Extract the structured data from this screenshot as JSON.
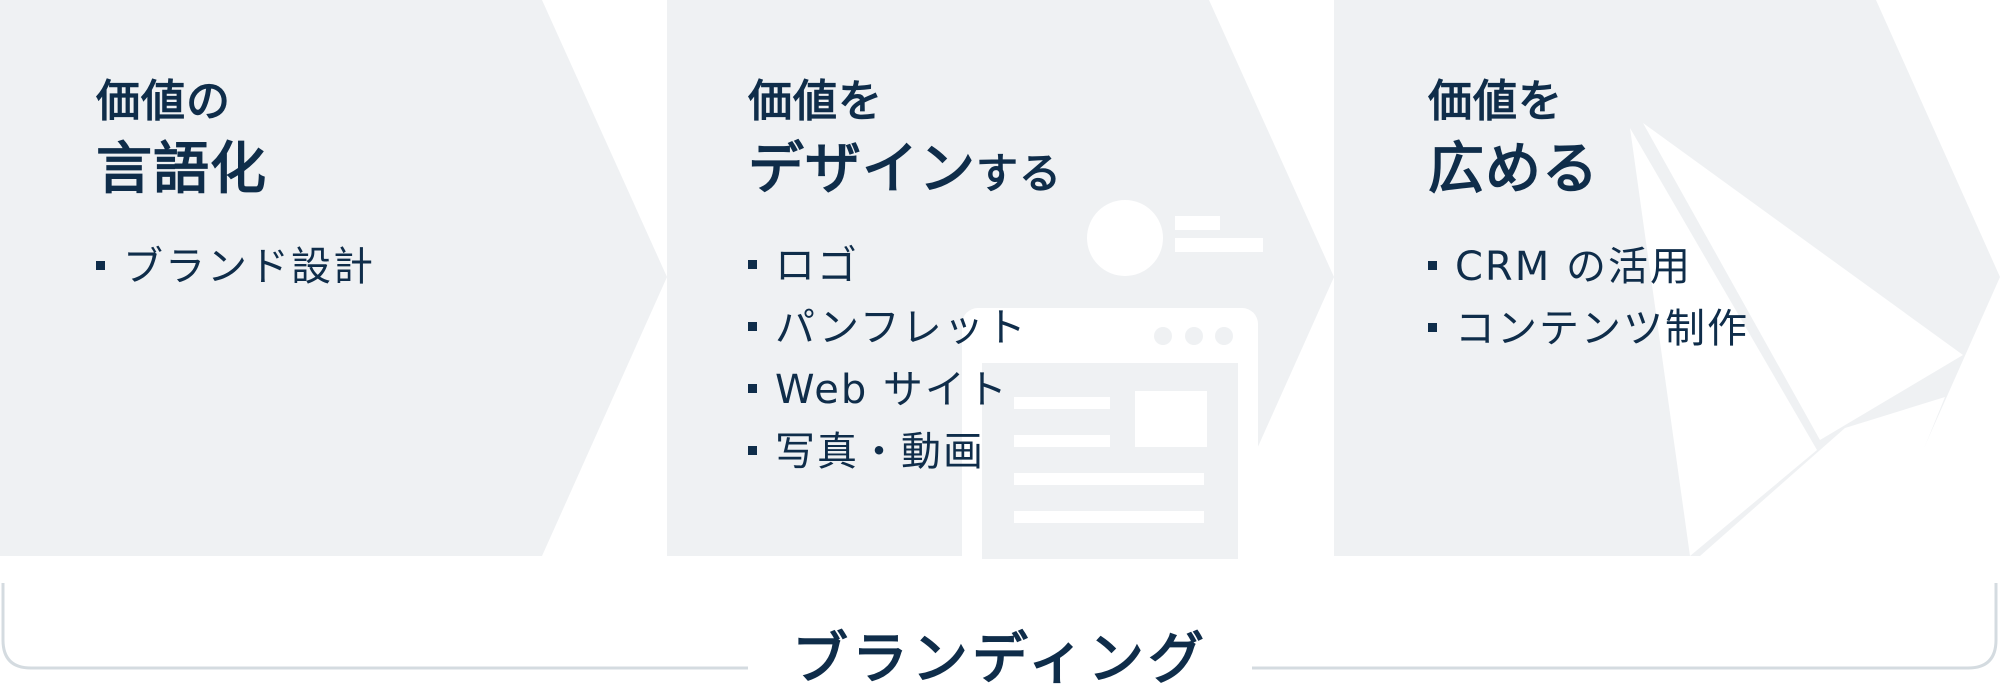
{
  "steps": [
    {
      "title_line1": "価値の",
      "title_line2": "言語化",
      "title_line2_tail": "",
      "items": [
        "ブランド設計"
      ]
    },
    {
      "title_line1": "価値を",
      "title_line2": "デザイン",
      "title_line2_tail": "する",
      "items": [
        "ロゴ",
        "パンフレット",
        "Web サイト",
        "写真・動画"
      ]
    },
    {
      "title_line1": "価値を",
      "title_line2": "広める",
      "title_line2_tail": "",
      "items": [
        "CRM の活用",
        "コンテンツ制作"
      ]
    }
  ],
  "footer": {
    "title": "ブランディング"
  },
  "colors": {
    "panel": "#eff1f3",
    "text": "#0f2d4a",
    "bracket": "#d4dbe0",
    "decor": "#ffffff"
  },
  "icons": [
    "browser-layout-icon",
    "paper-plane-icon"
  ]
}
